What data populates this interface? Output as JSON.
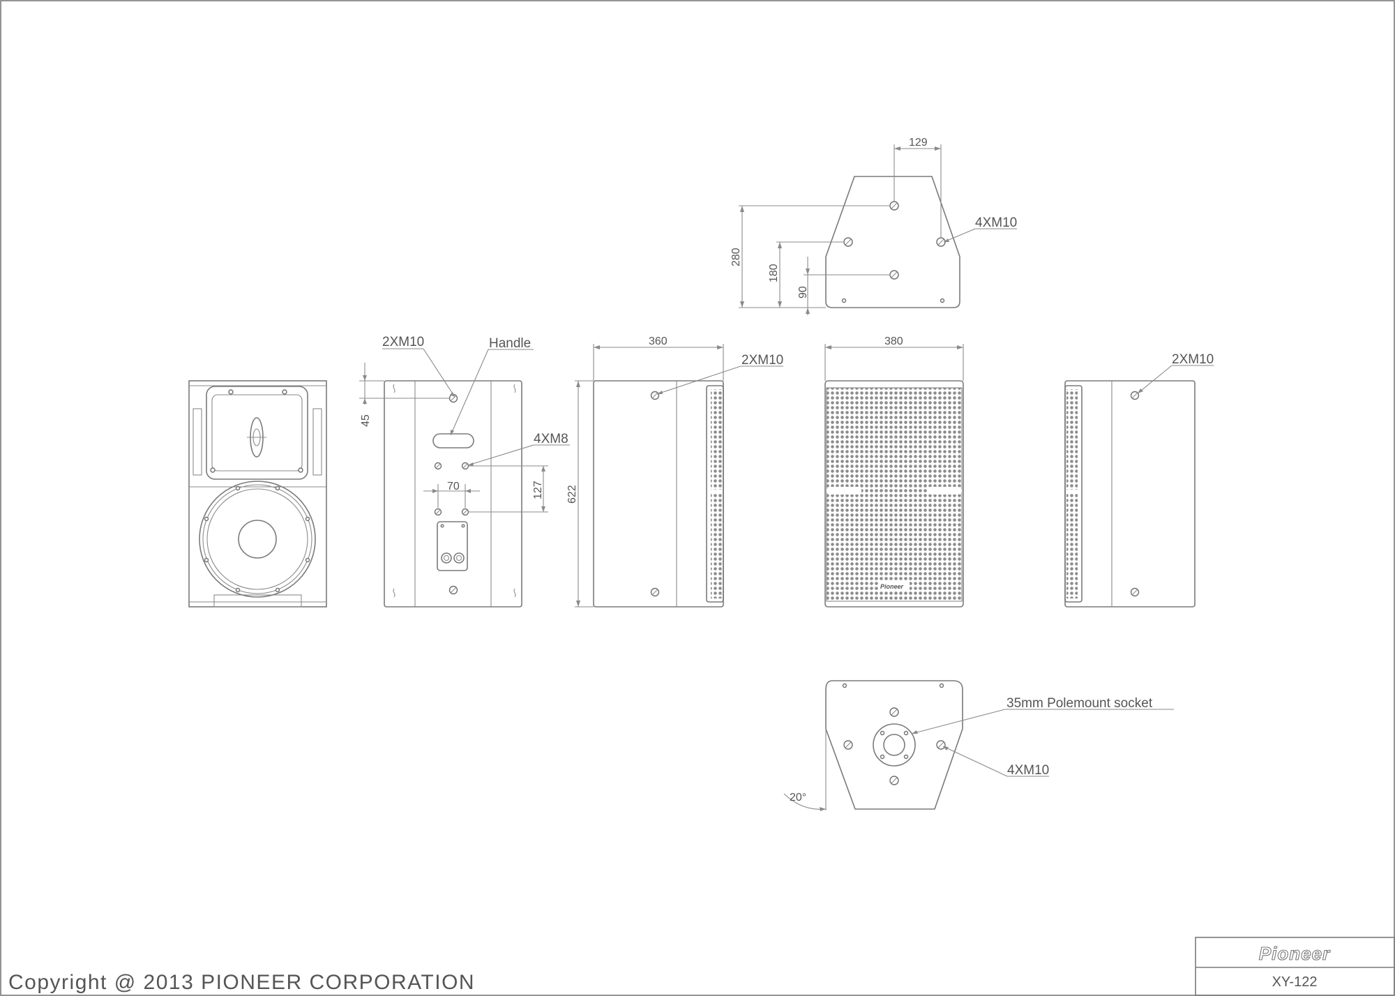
{
  "drawing": {
    "model": "XY-122",
    "brand": "Pioneer",
    "copyright": "Copyright @ 2013 PIONEER CORPORATION"
  },
  "dimensions": {
    "front_width": "380",
    "side_width": "360",
    "height": "622",
    "handle_offset": "45",
    "rear_m8_horizontal": "70",
    "rear_m8_vertical": "127",
    "top_hole_spacing": "129",
    "top_depth_280": "280",
    "top_depth_180": "180",
    "top_depth_90": "90",
    "tilt_angle": "20°"
  },
  "callouts": {
    "rear_top": "2XM10",
    "handle": "Handle",
    "rear_m8": "4XM8",
    "side_left": "2XM10",
    "side_right": "2XM10",
    "top": "4XM10",
    "bottom_socket": "35mm Polemount socket",
    "bottom": "4XM10"
  },
  "colors": {
    "line": "#7a7a7a",
    "text": "#555555",
    "grille": "#8c8c8c"
  }
}
